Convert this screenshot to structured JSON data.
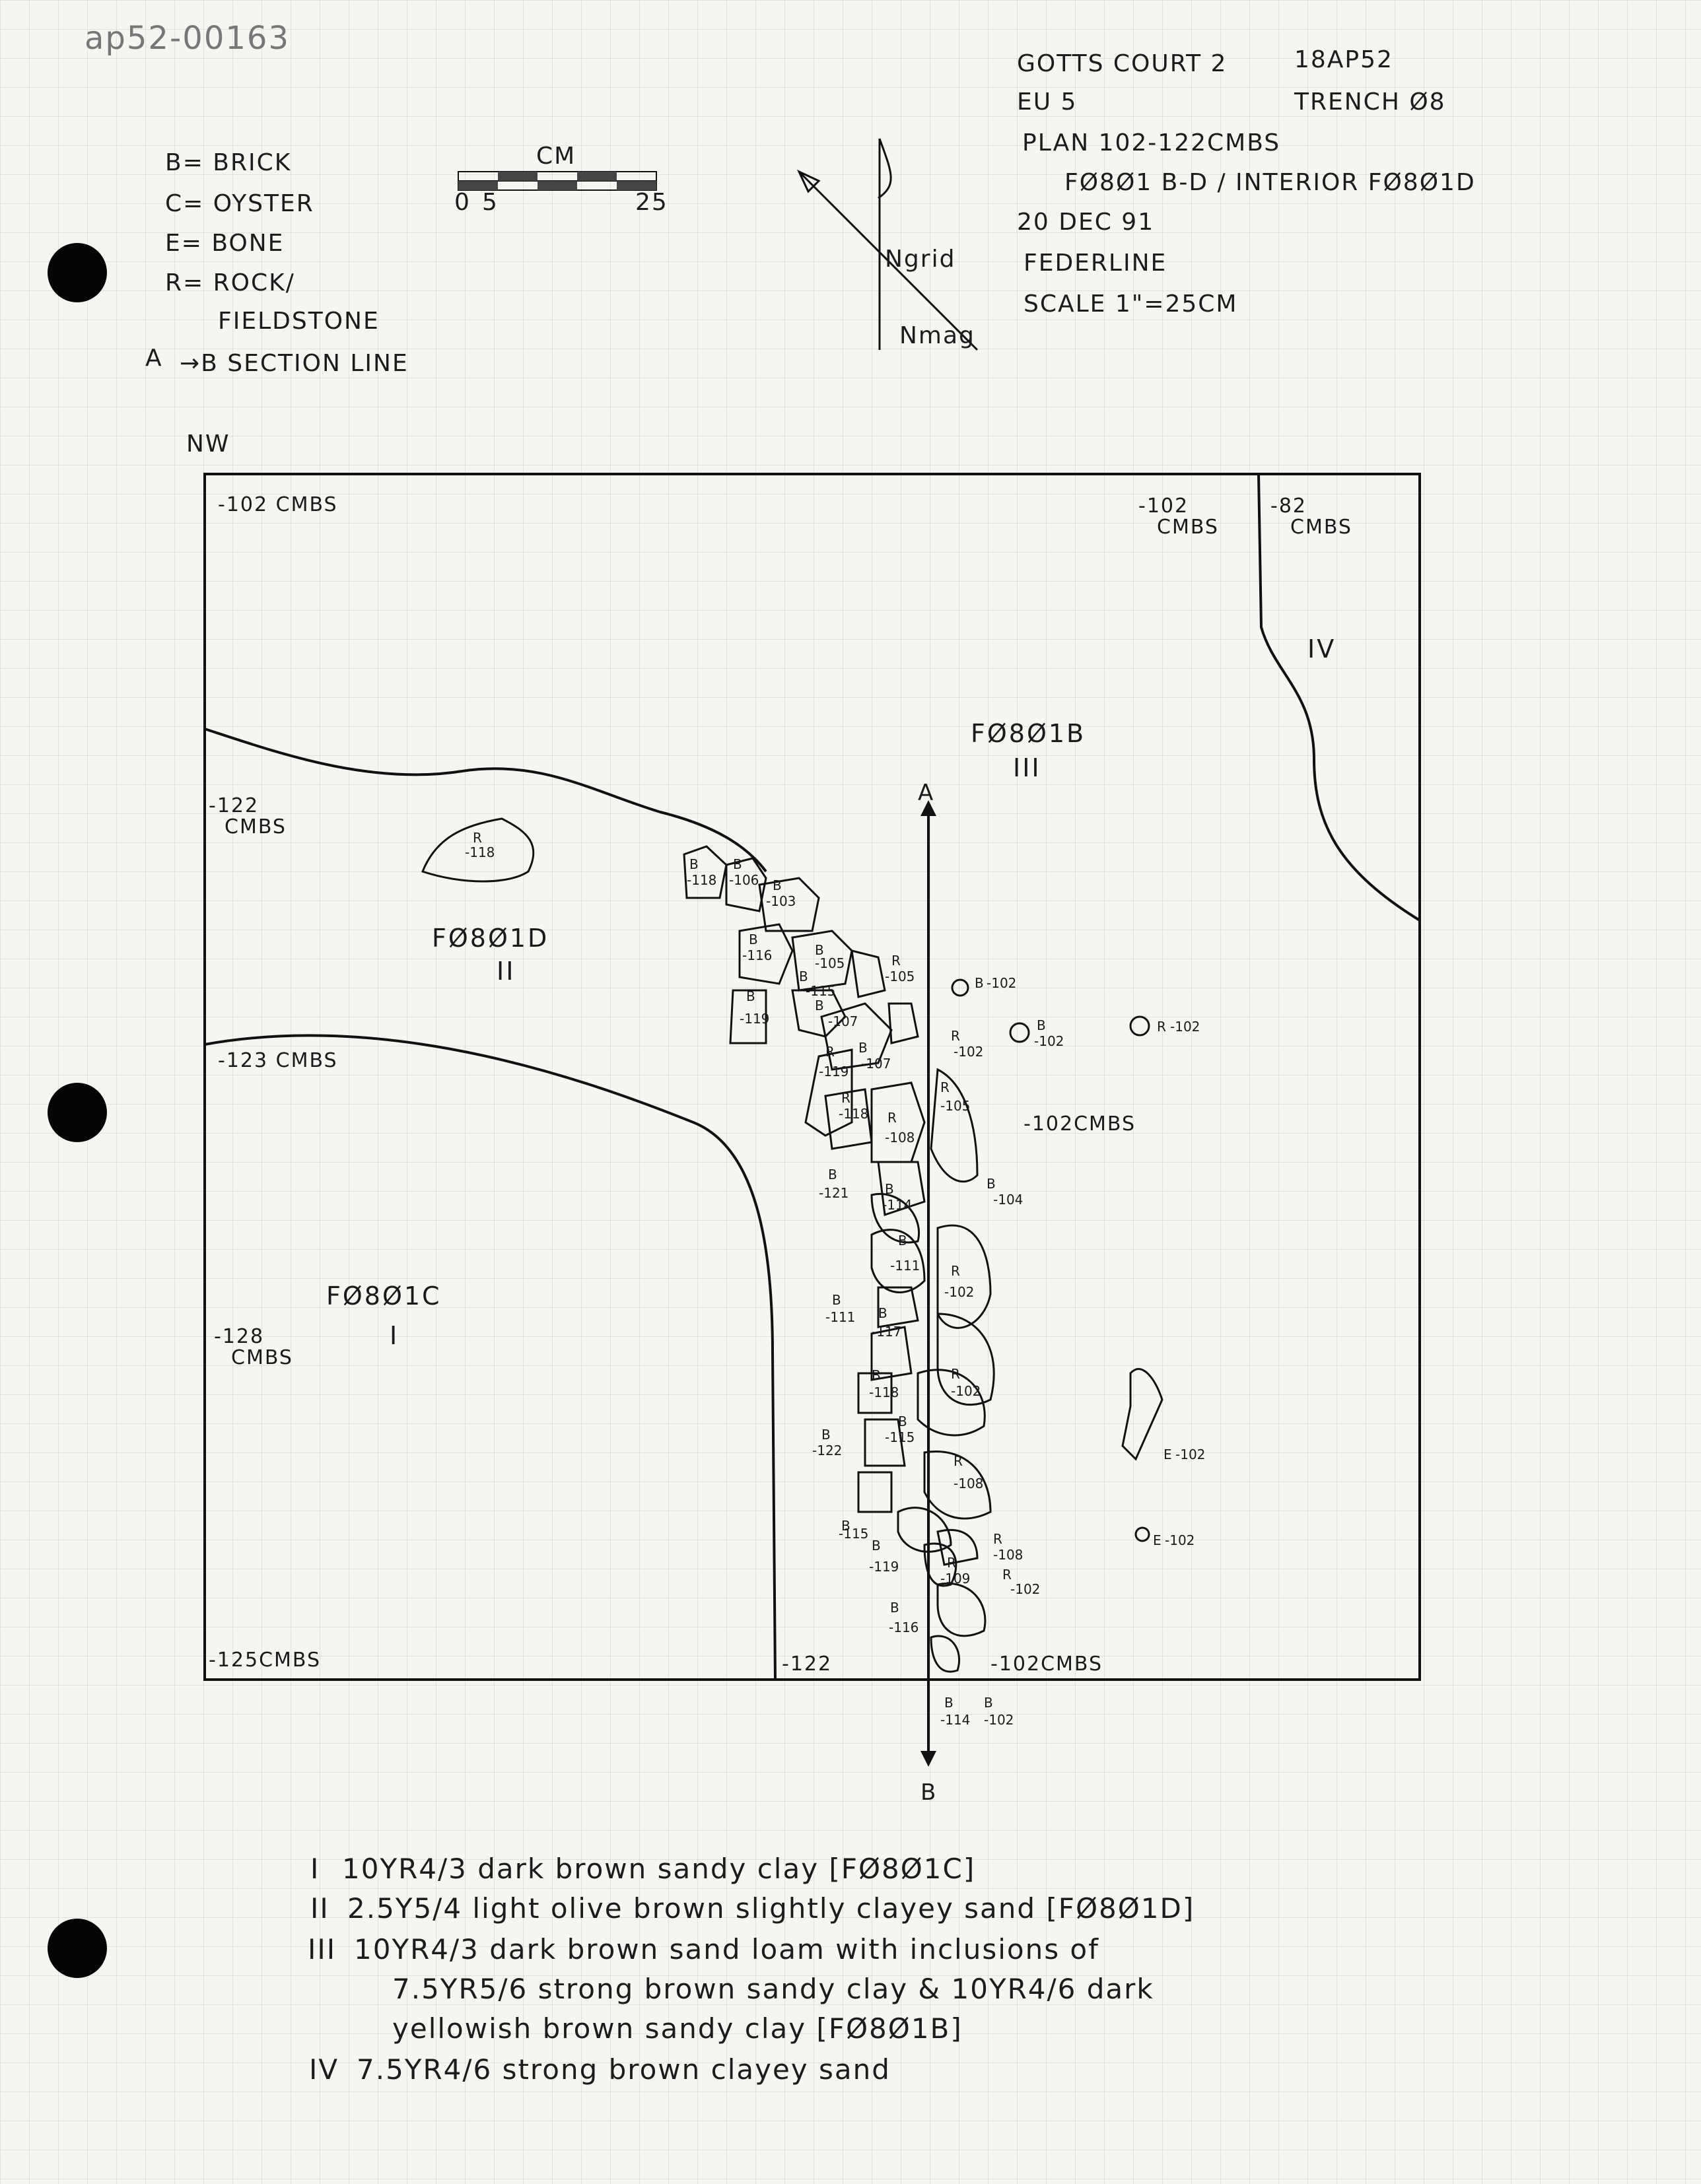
{
  "doc_id": "ap52-00163",
  "header": {
    "site": "GOTTS COURT 2",
    "site_code": "18AP52",
    "unit": "EU 5",
    "trench": "TRENCH Ø8",
    "plan": "PLAN 102-122CMBS",
    "features": "FØ8Ø1 B-D / INTERIOR FØ8Ø1D",
    "date": "20 DEC 91",
    "recorder": "FEDERLINE",
    "scale": "SCALE 1\"=25CM"
  },
  "legend": {
    "items": [
      "B= BRICK",
      "C= OYSTER",
      "E= BONE",
      "R= ROCK/",
      "FIELDSTONE",
      "→B SECTION LINE"
    ],
    "section_marker": "A"
  },
  "scale_bar": {
    "unit": "CM",
    "ticks": [
      "0",
      "5",
      "25"
    ]
  },
  "north": {
    "grid": "Ngrid",
    "mag": "Nmag"
  },
  "plan": {
    "orientation": "NW",
    "corner_labels": {
      "nw": "-102 CMBS",
      "ne_a": "-102",
      "ne_a2": "CMBS",
      "ne_b": "-82",
      "ne_b2": "CMBS",
      "w1": "-122",
      "w1b": "CMBS",
      "w2": "-123 CMBS",
      "w3": "-128",
      "w3b": "CMBS",
      "sw": "-125CMBS",
      "s_mid": "-122",
      "s_right": "-102CMBS",
      "e_mid": "-102CMBS"
    },
    "features": [
      {
        "id": "FØ8Ø1B",
        "zone": "III"
      },
      {
        "id": "FØ8Ø1D",
        "zone": "II"
      },
      {
        "id": "FØ8Ø1C",
        "zone": "I"
      },
      {
        "id": "",
        "zone": "IV"
      }
    ],
    "section_line": {
      "start": "A",
      "end": "B"
    },
    "artifacts": [
      {
        "type": "R",
        "elev": "-118"
      },
      {
        "type": "B",
        "elev": "-118"
      },
      {
        "type": "B",
        "elev": "-106"
      },
      {
        "type": "B",
        "elev": "-103"
      },
      {
        "type": "B",
        "elev": "-116"
      },
      {
        "type": "B",
        "elev": "-105"
      },
      {
        "type": "B",
        "elev": "-115"
      },
      {
        "type": "R",
        "elev": "-105"
      },
      {
        "type": "B",
        "elev": "-119"
      },
      {
        "type": "B",
        "elev": "-107"
      },
      {
        "type": "B",
        "elev": "-107"
      },
      {
        "type": "R",
        "elev": "-119"
      },
      {
        "type": "R",
        "elev": "-118"
      },
      {
        "type": "R",
        "elev": "-108"
      },
      {
        "type": "R",
        "elev": "-105"
      },
      {
        "type": "R",
        "elev": "-102"
      },
      {
        "type": "B",
        "elev": "-121"
      },
      {
        "type": "B",
        "elev": "-114"
      },
      {
        "type": "B",
        "elev": "-104"
      },
      {
        "type": "B",
        "elev": "-111"
      },
      {
        "type": "R",
        "elev": "-102"
      },
      {
        "type": "B",
        "elev": "-111"
      },
      {
        "type": "B",
        "elev": "-117"
      },
      {
        "type": "R",
        "elev": "-102"
      },
      {
        "type": "B",
        "elev": "-118"
      },
      {
        "type": "B",
        "elev": "-115"
      },
      {
        "type": "B",
        "elev": "-122"
      },
      {
        "type": "R",
        "elev": "-108"
      },
      {
        "type": "B",
        "elev": "-115"
      },
      {
        "type": "B",
        "elev": "-119"
      },
      {
        "type": "R",
        "elev": "-108"
      },
      {
        "type": "R",
        "elev": "-109"
      },
      {
        "type": "R",
        "elev": "-102"
      },
      {
        "type": "B",
        "elev": "-116"
      },
      {
        "type": "B",
        "elev": "-114"
      },
      {
        "type": "B",
        "elev": "-102"
      },
      {
        "type": "B",
        "elev": "-102"
      },
      {
        "type": "B",
        "elev": "-102"
      },
      {
        "type": "R",
        "elev": "-102"
      },
      {
        "type": "E",
        "elev": "-102"
      },
      {
        "type": "E",
        "elev": "-102"
      }
    ]
  },
  "soil_key": [
    {
      "numeral": "I",
      "text": "10YR4/3 dark brown sandy clay [FØ8Ø1C]"
    },
    {
      "numeral": "II",
      "text": "2.5Y5/4 light olive brown slightly clayey sand [FØ8Ø1D]"
    },
    {
      "numeral": "III",
      "text": "10YR4/3 dark brown sand loam with inclusions of"
    },
    {
      "numeral": "",
      "text": "7.5YR5/6 strong brown sandy clay & 10YR4/6 dark"
    },
    {
      "numeral": "",
      "text": "yellowish brown sandy clay [FØ8Ø1B]"
    },
    {
      "numeral": "IV",
      "text": "7.5YR4/6 strong brown clayey sand"
    }
  ]
}
